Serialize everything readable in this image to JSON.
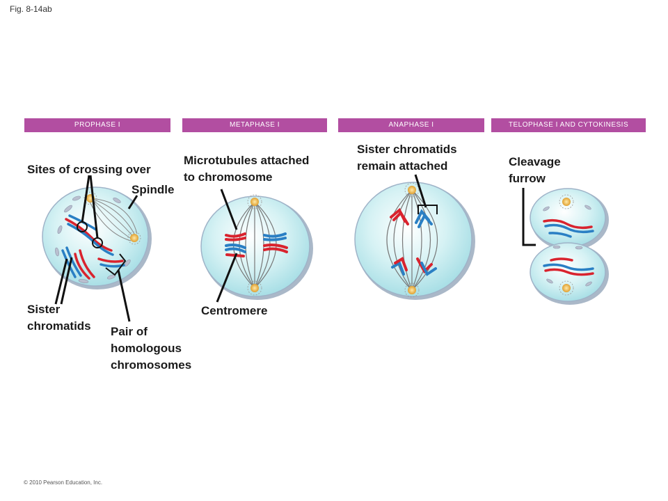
{
  "figure_ref": "Fig. 8-14ab",
  "copyright": "© 2010 Pearson Education, Inc.",
  "phases": [
    {
      "name": "PROPHASE I"
    },
    {
      "name": "METAPHASE I"
    },
    {
      "name": "ANAPHASE I"
    },
    {
      "name": "TELOPHASE I AND CYTOKINESIS"
    }
  ],
  "labels": {
    "crossing_over": "Sites of crossing over",
    "spindle": "Spindle",
    "sister_chromatids_1": "Sister",
    "sister_chromatids_2": "chromatids",
    "homologous_1": "Pair of",
    "homologous_2": "homologous",
    "homologous_3": "chromosomes",
    "microtubules_1": "Microtubules attached",
    "microtubules_2": "to chromosome",
    "centromere": "Centromere",
    "attached_1": "Sister chromatids",
    "attached_2": "remain attached",
    "cleavage_1": "Cleavage",
    "cleavage_2": "furrow"
  },
  "colors": {
    "banner": "#b24ea1",
    "cell_fill": "#c6ecf0",
    "cell_edge": "#9fb3c8",
    "maternal_chromosome": "#d9232e",
    "paternal_chromosome": "#2a7fc4",
    "spindle_fiber": "#777777",
    "centrosome": "#e0a030"
  }
}
